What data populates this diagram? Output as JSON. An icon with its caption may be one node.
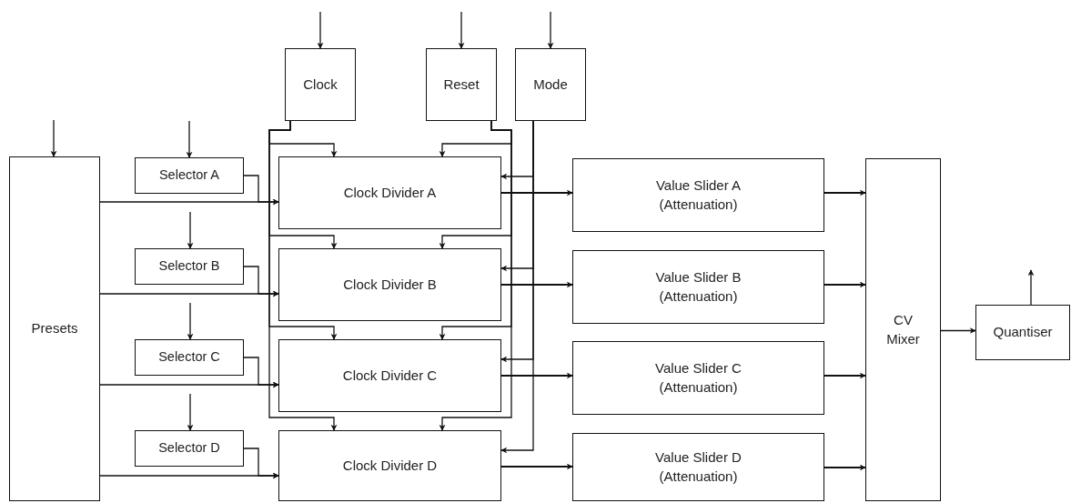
{
  "diagram": {
    "nodes": [
      {
        "text": [
          "Clock"
        ]
      },
      {
        "text": [
          "Reset"
        ]
      },
      {
        "text": [
          "Mode"
        ]
      },
      {
        "text": [
          "Presets"
        ]
      },
      {
        "text": [
          "Selector A"
        ]
      },
      {
        "text": [
          "Selector B"
        ]
      },
      {
        "text": [
          "Selector C"
        ]
      },
      {
        "text": [
          "Selector D"
        ]
      },
      {
        "text": [
          "Clock Divider A"
        ]
      },
      {
        "text": [
          "Clock Divider B"
        ]
      },
      {
        "text": [
          "Clock Divider C"
        ]
      },
      {
        "text": [
          "Clock Divider D"
        ]
      },
      {
        "text": [
          "Value Slider A (Attenuation)"
        ]
      },
      {
        "text": [
          "Value Slider B (Attenuation)"
        ]
      },
      {
        "text": [
          "Value Slider C (Attenuation)"
        ]
      },
      {
        "text": [
          "Value Slider D (Attenuation)"
        ]
      },
      {
        "text": [
          "CV Mixer"
        ]
      },
      {
        "text": [
          "Quantiser"
        ]
      }
    ],
    "edges": [
      {
        "from": null,
        "to": 0,
        "arrow": "to"
      },
      {
        "from": null,
        "to": 1,
        "arrow": "to"
      },
      {
        "from": null,
        "to": 2,
        "arrow": "to"
      },
      {
        "from": null,
        "to": 3,
        "arrow": "to"
      },
      {
        "from": null,
        "to": 4,
        "arrow": "to"
      },
      {
        "from": 4,
        "to": 5,
        "arrow": "to"
      },
      {
        "from": 5,
        "to": 6,
        "arrow": "to"
      },
      {
        "from": 6,
        "to": 7,
        "arrow": "to"
      },
      {
        "from": 3,
        "to": 8,
        "arrow": "to"
      },
      {
        "from": 3,
        "to": 9,
        "arrow": "to"
      },
      {
        "from": 3,
        "to": 10,
        "arrow": "to"
      },
      {
        "from": 3,
        "to": 11,
        "arrow": "to"
      },
      {
        "from": 4,
        "to": 8,
        "arrow": "to"
      },
      {
        "from": 5,
        "to": 9,
        "arrow": "to"
      },
      {
        "from": 6,
        "to": 10,
        "arrow": "to"
      },
      {
        "from": 7,
        "to": 11,
        "arrow": "to"
      },
      {
        "from": 0,
        "to": 8,
        "arrow": "to"
      },
      {
        "from": 0,
        "to": 9,
        "arrow": "to"
      },
      {
        "from": 0,
        "to": 10,
        "arrow": "to"
      },
      {
        "from": 0,
        "to": 11,
        "arrow": "to"
      },
      {
        "from": 1,
        "to": 8,
        "arrow": "to"
      },
      {
        "from": 1,
        "to": 9,
        "arrow": "to"
      },
      {
        "from": 1,
        "to": 10,
        "arrow": "to"
      },
      {
        "from": 1,
        "to": 11,
        "arrow": "to"
      },
      {
        "from": 2,
        "to": 8,
        "arrow": "to"
      },
      {
        "from": 2,
        "to": 9,
        "arrow": "to"
      },
      {
        "from": 2,
        "to": 10,
        "arrow": "to"
      },
      {
        "from": 2,
        "to": 11,
        "arrow": "to"
      },
      {
        "from": 8,
        "to": 12,
        "arrow": "to"
      },
      {
        "from": 9,
        "to": 13,
        "arrow": "to"
      },
      {
        "from": 10,
        "to": 14,
        "arrow": "to"
      },
      {
        "from": 11,
        "to": 15,
        "arrow": "to"
      },
      {
        "from": 12,
        "to": 16,
        "arrow": "to"
      },
      {
        "from": 13,
        "to": 16,
        "arrow": "to"
      },
      {
        "from": 14,
        "to": 16,
        "arrow": "to"
      },
      {
        "from": 15,
        "to": 16,
        "arrow": "to"
      },
      {
        "from": 16,
        "to": 17,
        "arrow": "to"
      },
      {
        "from": 17,
        "to": null,
        "arrow": "to"
      }
    ]
  }
}
